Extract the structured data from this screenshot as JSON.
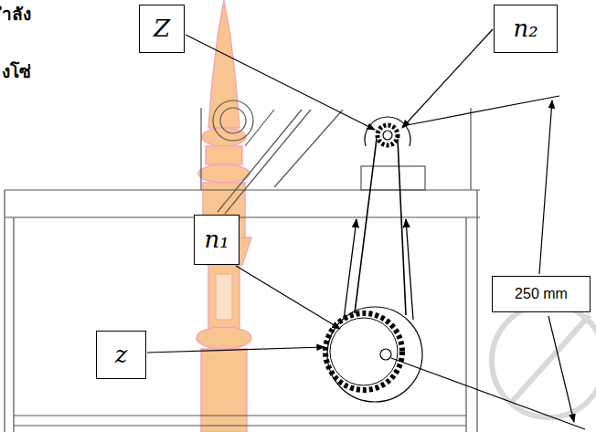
{
  "diagram": {
    "nodes": [
      {
        "text": [
          "Z"
        ]
      },
      {
        "text": [
          "n₂"
        ]
      },
      {
        "text": [
          "n₁"
        ]
      },
      {
        "text": [
          "250 mm"
        ]
      },
      {
        "text": [
          "z"
        ]
      }
    ],
    "labels": [
      "ำลัง",
      "งโซ่"
    ]
  }
}
